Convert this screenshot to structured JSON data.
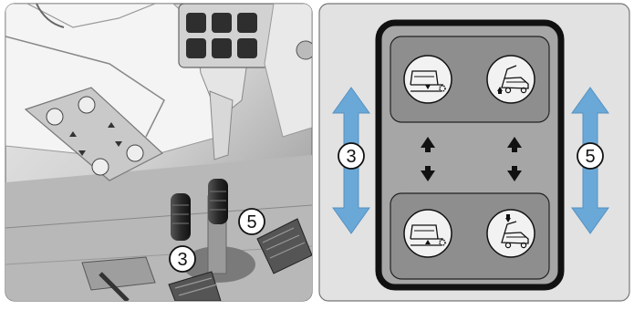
{
  "photo_panel": {
    "callouts": [
      {
        "id": "left-pedal",
        "label": "3"
      },
      {
        "id": "right-pedal",
        "label": "5"
      }
    ]
  },
  "diagram_panel": {
    "callouts": [
      {
        "id": "left-arrow",
        "label": "3"
      },
      {
        "id": "right-arrow",
        "label": "5"
      }
    ],
    "colors": {
      "arrow_blue": "#6aa8d8",
      "panel_bg": "#e2e2e2",
      "plate_bg": "#8e8e8e",
      "frame": "#111111",
      "button_face": "#f2f2f2"
    },
    "icons": {
      "top_left": "brush-deck-lower-icon",
      "top_right": "hopper-raise-icon",
      "bottom_left": "brush-deck-raise-icon",
      "bottom_right": "hopper-lower-icon"
    }
  }
}
